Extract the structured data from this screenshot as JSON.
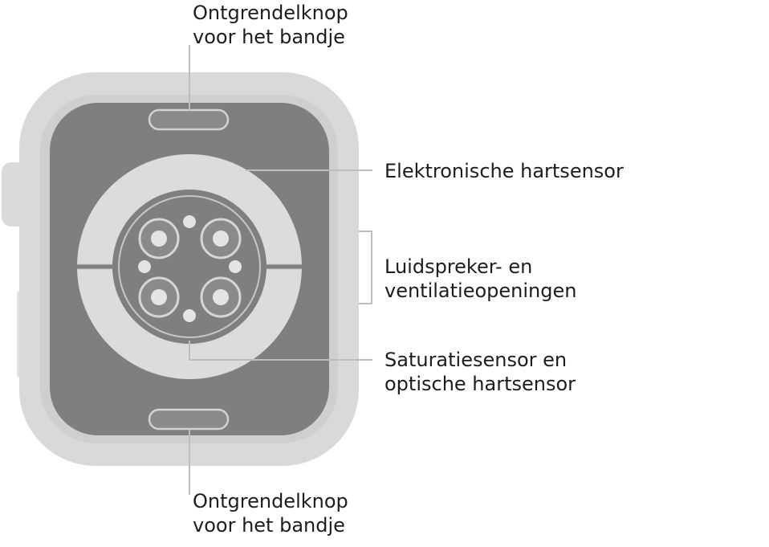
{
  "callouts": {
    "band_release_top": {
      "line1": "Ontgrendelknop",
      "line2": "voor het bandje"
    },
    "electrical_heart_sensor": {
      "line1": "Elektronische hartsensor"
    },
    "speaker_vent": {
      "line1": "Luidspreker- en",
      "line2": "ventilatieopeningen"
    },
    "blood_oxygen_sensor": {
      "line1": "Saturatiesensor en",
      "line2": "optische hartsensor"
    },
    "band_release_bottom": {
      "line1": "Ontgrendelknop",
      "line2": "voor het bandje"
    }
  },
  "colors": {
    "case_outer": "#d9d9d9",
    "back_panel": "#7f7f7f",
    "sensor_ring": "#dcdcdc",
    "leader_line": "#bdbdbd",
    "text": "#1d1d1f"
  }
}
